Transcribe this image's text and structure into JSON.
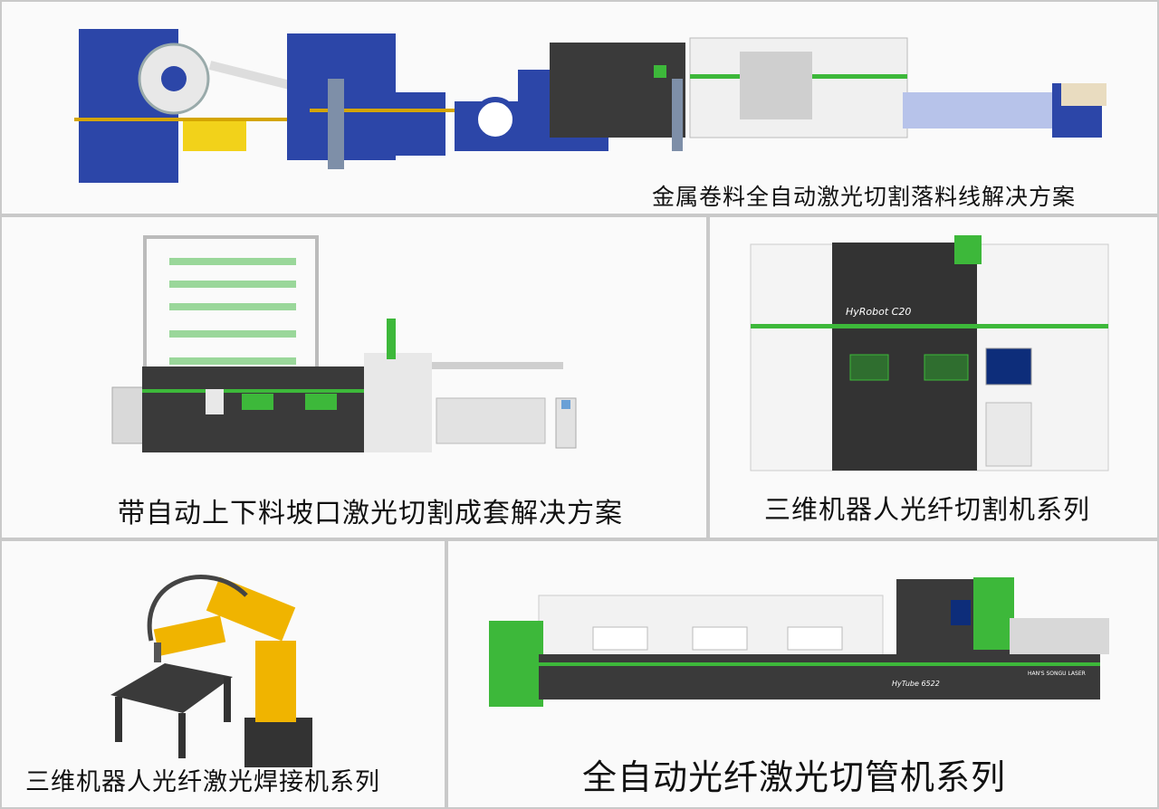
{
  "panels": [
    {
      "id": "coil",
      "caption": "金属卷料全自动激光切割落料线解决方案"
    },
    {
      "id": "loading",
      "caption": "带自动上下料坡口激光切割成套解决方案"
    },
    {
      "id": "robot3d",
      "caption": "三维机器人光纤切割机系列"
    },
    {
      "id": "welding",
      "caption": "三维机器人光纤激光焊接机系列"
    },
    {
      "id": "tube",
      "caption": "全自动光纤激光切管机系列"
    }
  ],
  "labels": {
    "robot_brand": "HyRobot C20",
    "tube_brand": "HyTube 6522",
    "maker": "SONGU",
    "maker_full": "HAN'S SONGU LASER"
  },
  "colors": {
    "accent_green": "#3db83a",
    "machine_dark": "#3a3a3a",
    "frame_blue": "#2c46a8",
    "robot_yellow": "#f0b400"
  }
}
